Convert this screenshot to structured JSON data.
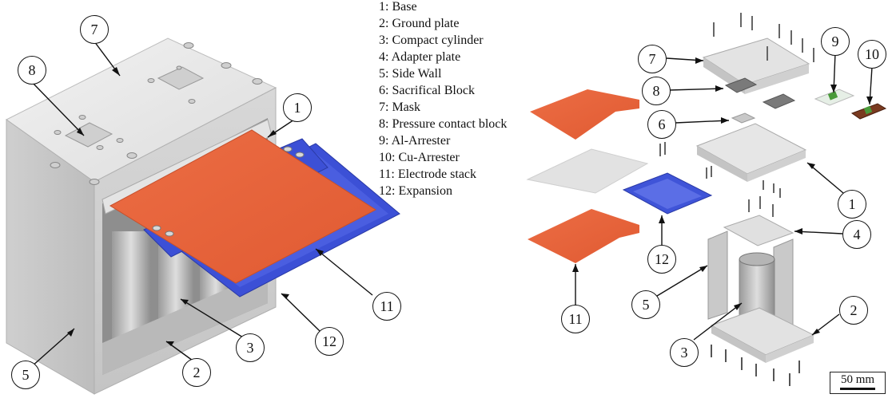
{
  "legend": [
    "1: Base",
    "2: Ground plate",
    "3: Compact cylinder",
    "4: Adapter plate",
    "5: Side Wall",
    "6: Sacrifical Block",
    "7: Mask",
    "8: Pressure contact block",
    "9: Al-Arrester",
    "10: Cu-Arrester",
    "11: Electrode stack",
    "12: Expansion"
  ],
  "callouts": {
    "left": [
      "7",
      "8",
      "1",
      "11",
      "12",
      "3",
      "2",
      "5"
    ],
    "right": [
      "7",
      "8",
      "6",
      "9",
      "10",
      "1",
      "4",
      "12",
      "11",
      "5",
      "2",
      "3"
    ]
  },
  "scale_label": "50 mm",
  "colors": {
    "electrode": "#e8623a",
    "expansion_blue": "#3b4fd4",
    "metal_light": "#e9e9e9",
    "metal_mid": "#c9c9c9",
    "metal_dark": "#9d9d9d",
    "separator": "#dcdcdc"
  }
}
